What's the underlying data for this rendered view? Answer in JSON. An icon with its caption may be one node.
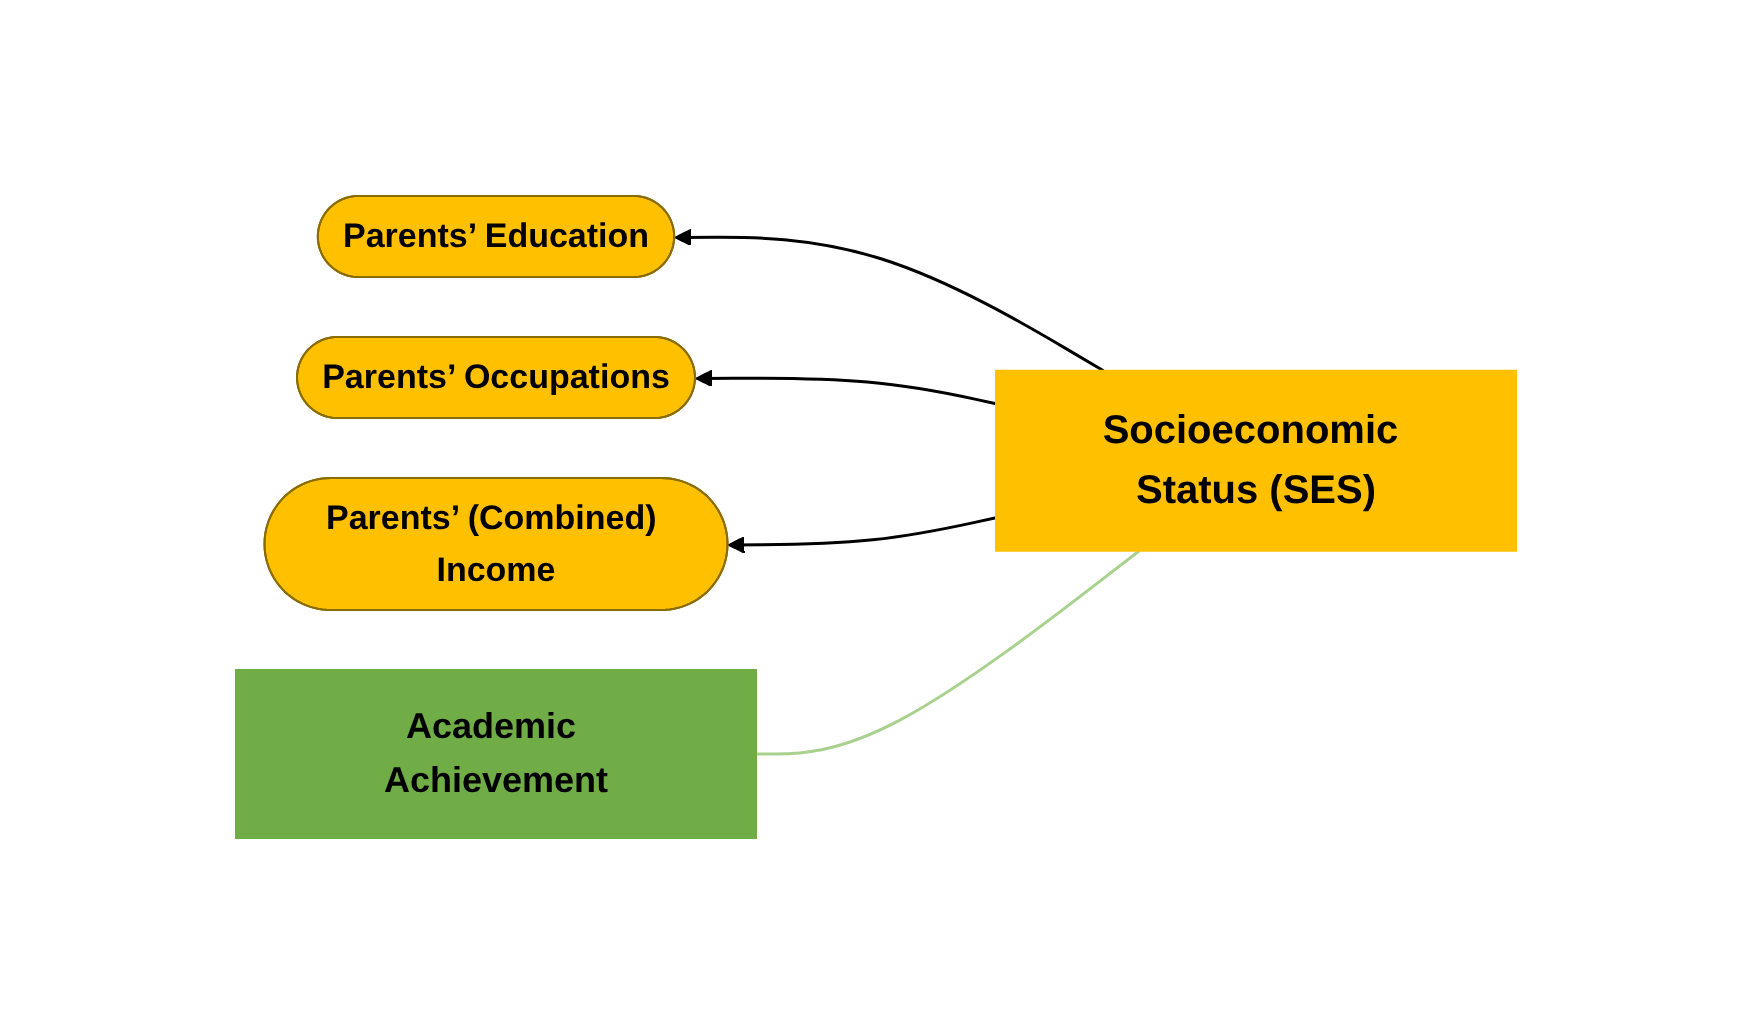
{
  "diagram": {
    "nodes": [
      {
        "text": [
          "Socioeconomic Status (SES)"
        ]
      },
      {
        "text": [
          "Parents’ Education"
        ]
      },
      {
        "text": [
          "Parents’ Occupations"
        ]
      },
      {
        "text": [
          "Parents’ (Combined) Income"
        ]
      },
      {
        "text": [
          "Academic Achievement"
        ]
      }
    ],
    "edges": [
      {
        "from": 0,
        "to": 1,
        "arrow": "to"
      },
      {
        "from": 0,
        "to": 2,
        "arrow": "to"
      },
      {
        "from": 0,
        "to": 3,
        "arrow": "to"
      },
      {
        "from": 0,
        "to": 4,
        "arrow": "none",
        "color": "#a9d18e"
      }
    ]
  }
}
